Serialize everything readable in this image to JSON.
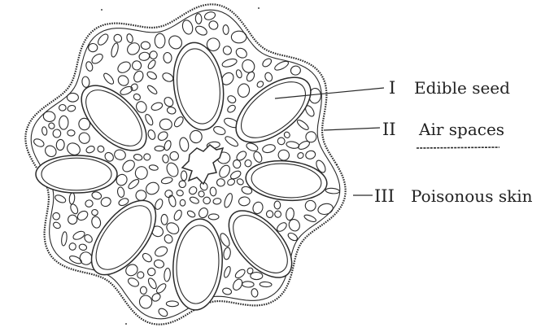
{
  "colors": {
    "ink": "#2a2a2a",
    "paper": "#ffffff"
  },
  "labels": {
    "one": {
      "numeral": "I",
      "text": "Edible seed"
    },
    "two": {
      "numeral": "II",
      "text": "Air spaces"
    },
    "three": {
      "numeral": "III",
      "text": "Poisonous skin"
    }
  }
}
